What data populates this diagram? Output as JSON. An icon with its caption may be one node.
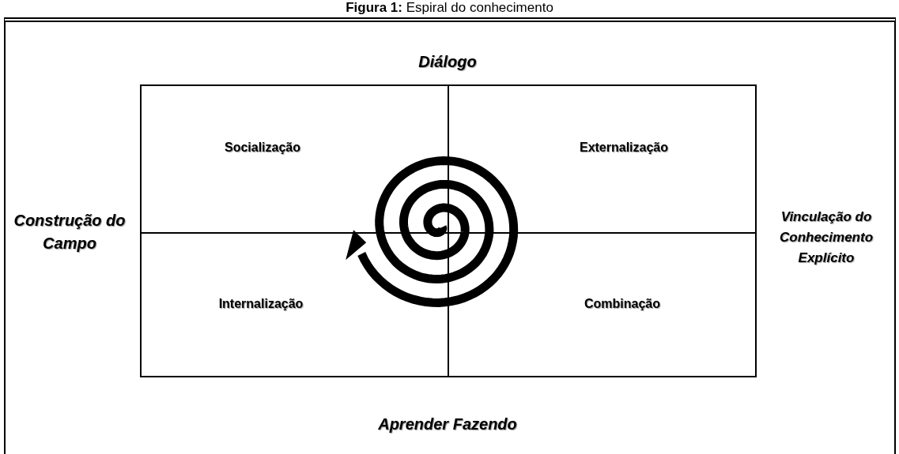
{
  "diagram": {
    "title": "**Figura 1:** Espiral do conhecimento",
    "nodes": [
      {
        "text": [
          "Socialização"
        ]
      },
      {
        "text": [
          "Externalização"
        ]
      },
      {
        "text": [
          "Internalização"
        ]
      },
      {
        "text": [
          "Combinação"
        ]
      }
    ],
    "labels": [
      "Diálogo",
      "Construção do Campo",
      "Vinculação do Conhecimento Explícito",
      "Aprender Fazendo"
    ]
  }
}
